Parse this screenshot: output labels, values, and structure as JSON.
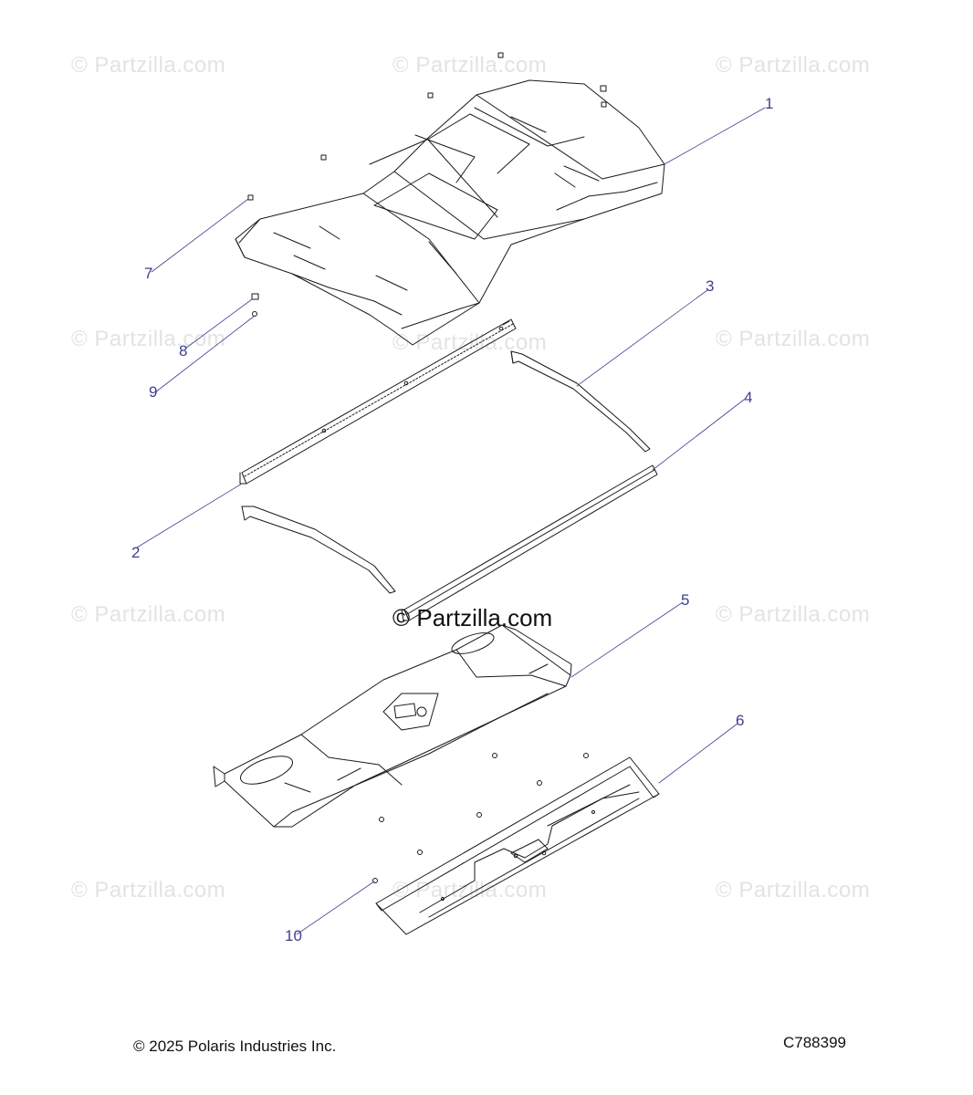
{
  "watermark": {
    "text": "© Partzilla.com"
  },
  "callouts": {
    "c1": "1",
    "c2": "2",
    "c3": "3",
    "c4": "4",
    "c5": "5",
    "c6": "6",
    "c7": "7",
    "c8": "8",
    "c9": "9",
    "c10": "10"
  },
  "footer": {
    "copyright": "© 2025 Polaris Industries Inc.",
    "drawing_number": "C788399"
  },
  "colors": {
    "line": "#1a1a1a",
    "callout": "#3d3f8f",
    "watermark": "#e3e3e3"
  }
}
